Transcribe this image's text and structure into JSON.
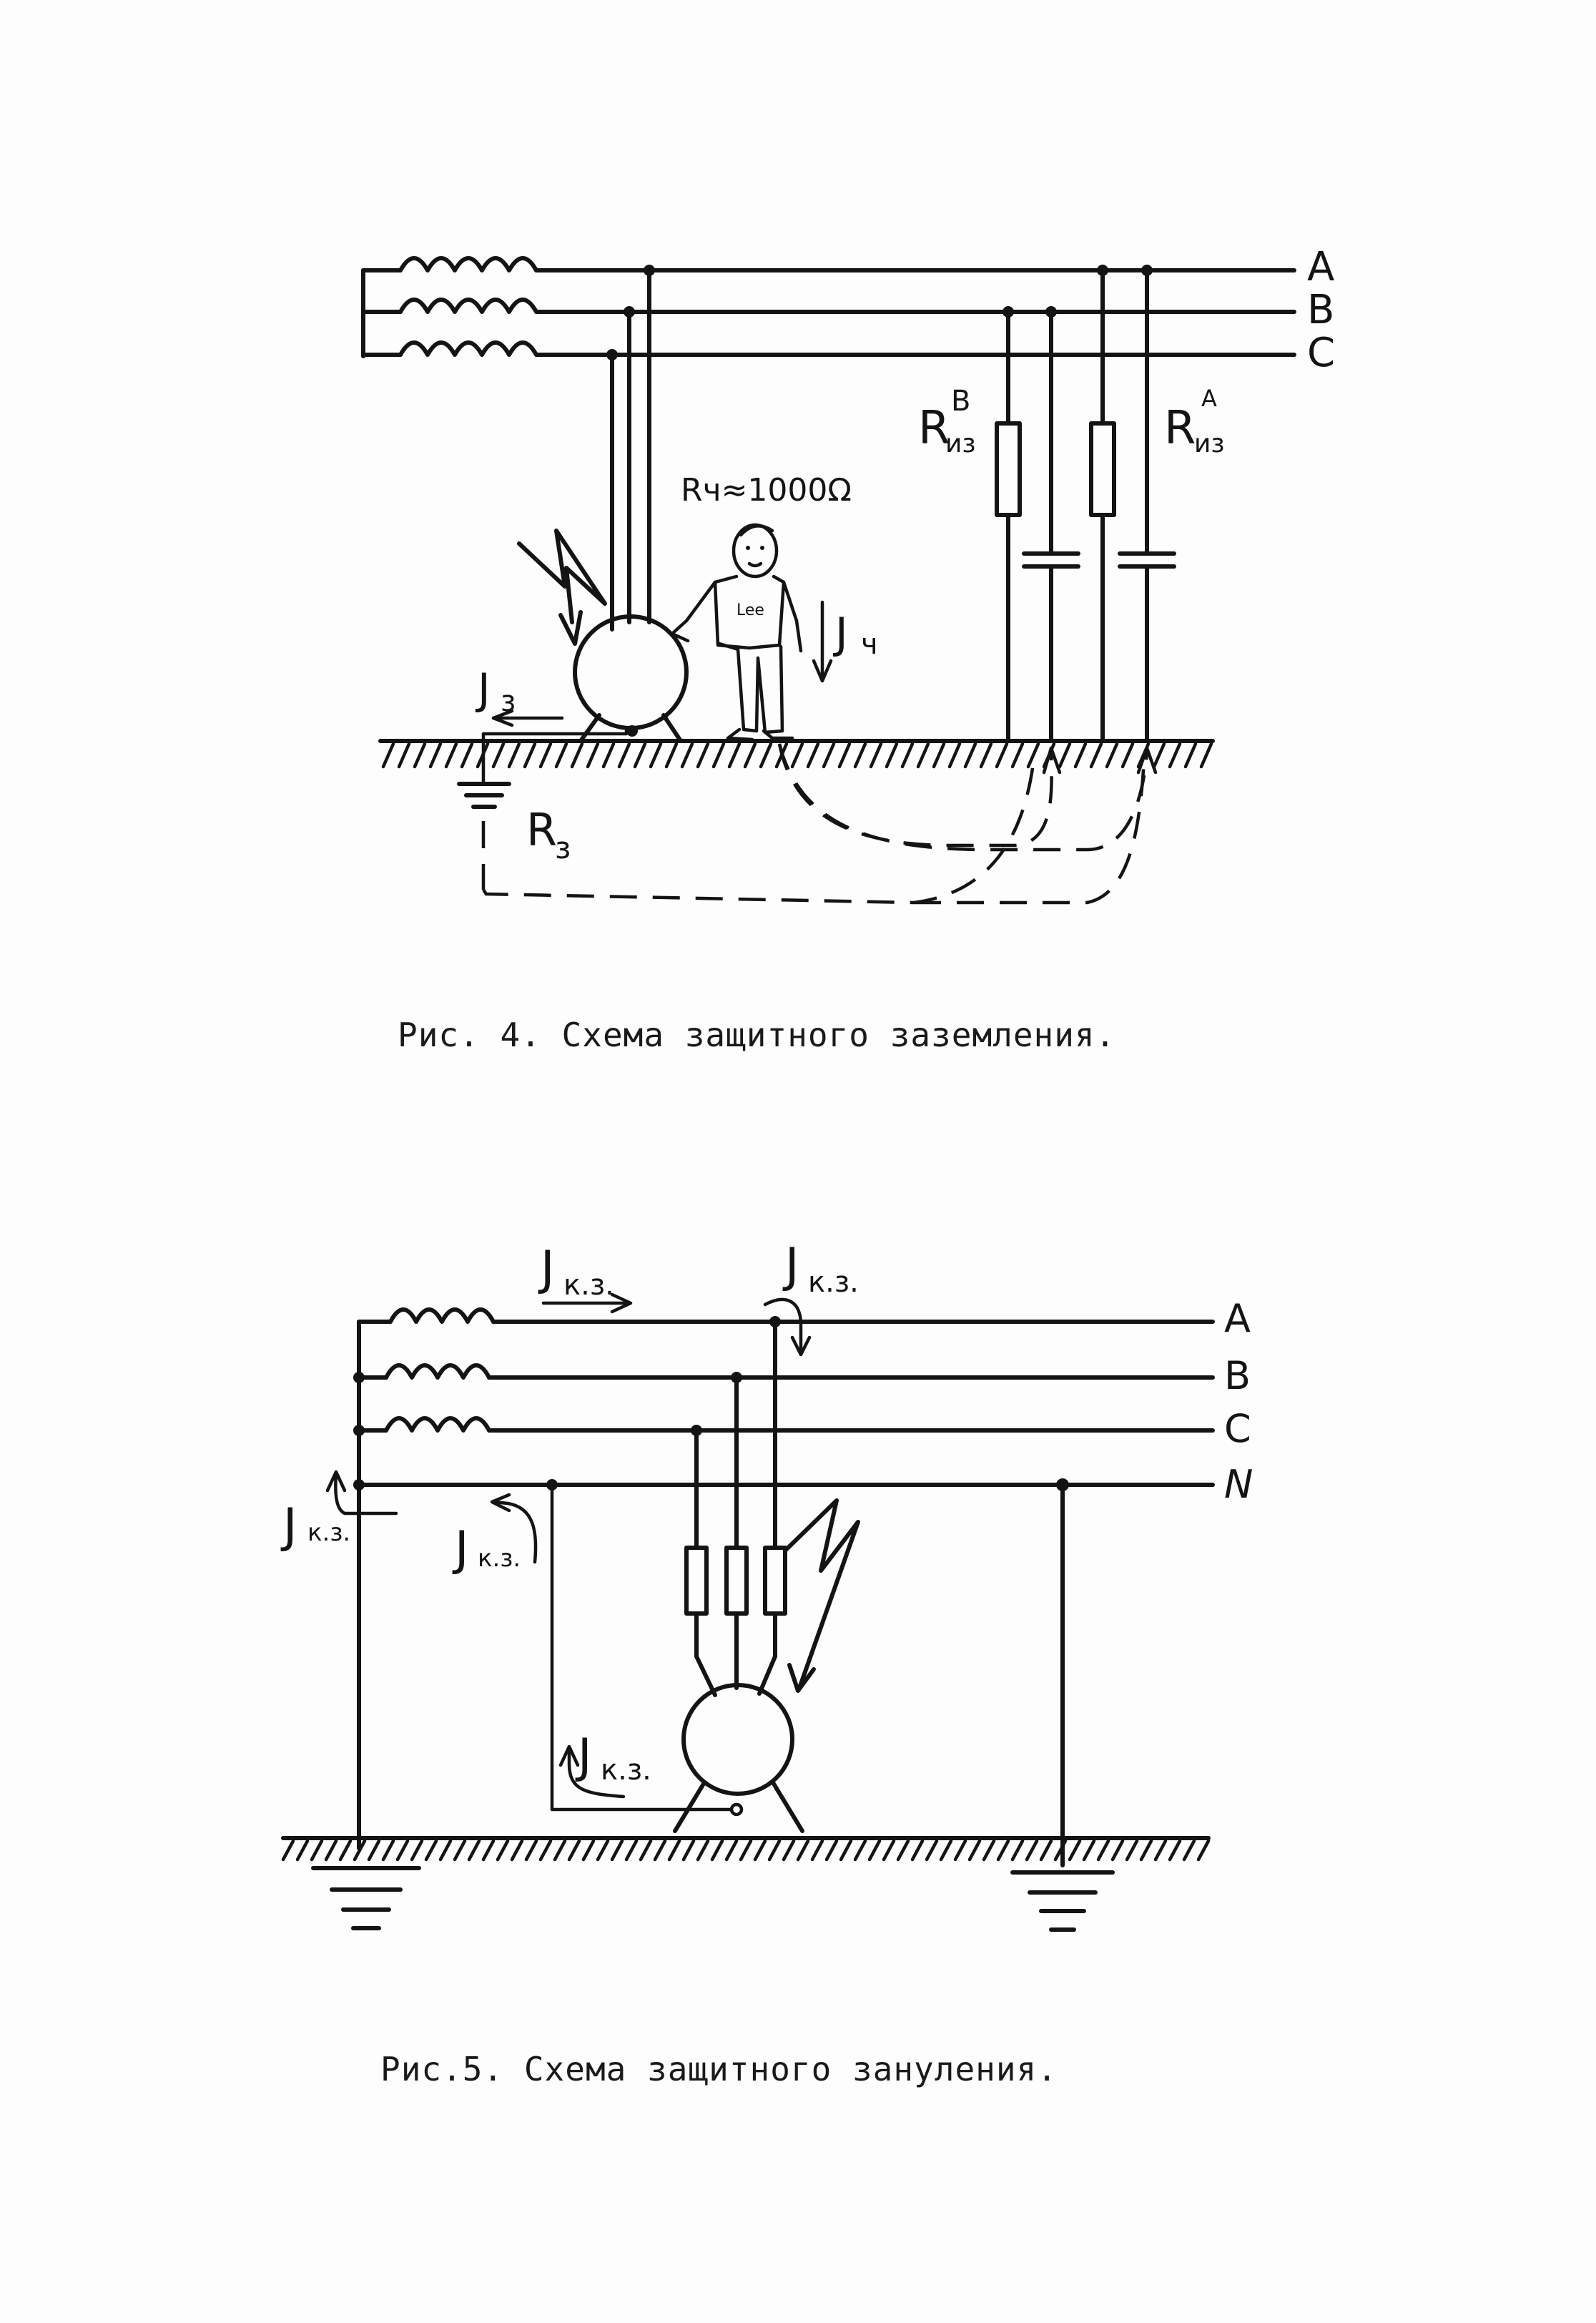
{
  "figure4": {
    "phases": [
      "A",
      "B",
      "C"
    ],
    "r_body": "Rч≈1000Ω",
    "rb_main": "R",
    "rb_sup": "B",
    "rb_sub": "из",
    "ra_main": "R",
    "ra_sup": "A",
    "ra_sub": "из",
    "i_body_main": "J",
    "i_body_sub": "ч",
    "i_ground_main": "J",
    "i_ground_sub": "з",
    "r_ground_main": "R",
    "r_ground_sub": "з",
    "shirt_text": "Lee",
    "caption": "Рис. 4. Схема защитного заземления."
  },
  "figure5": {
    "phases": [
      "A",
      "B",
      "C",
      "N"
    ],
    "i_sc_main": "J",
    "i_sc_sub": "к.з.",
    "caption": "Рис.5. Схема защитного зануления."
  }
}
